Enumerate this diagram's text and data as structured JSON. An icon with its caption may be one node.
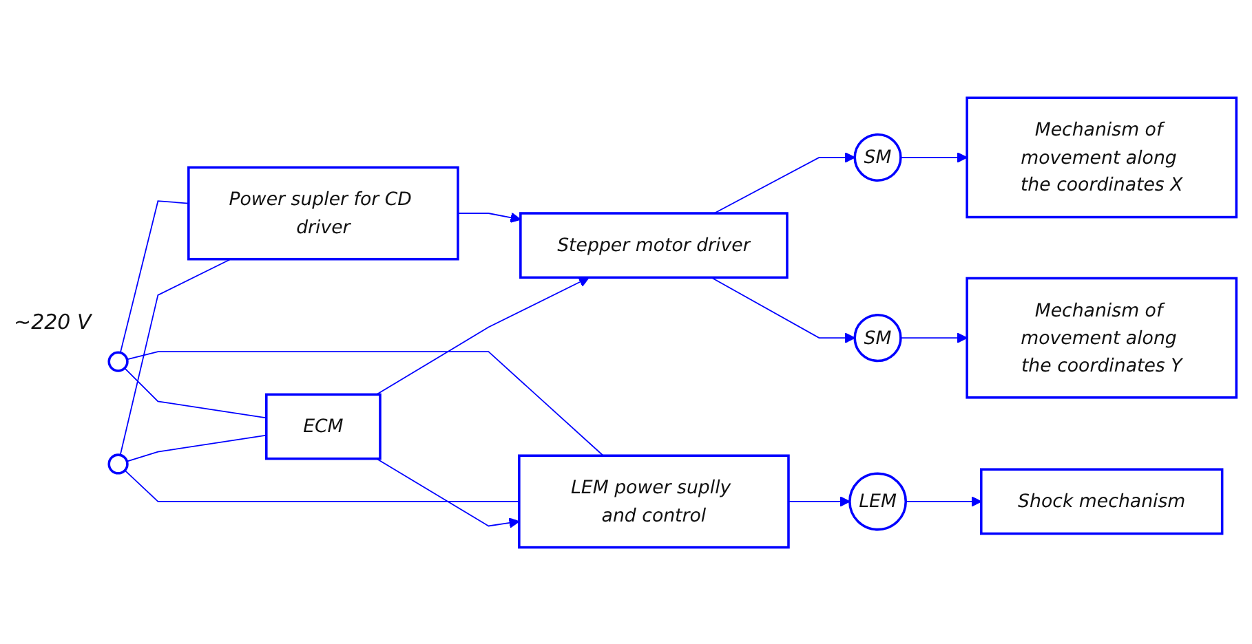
{
  "diagram": {
    "nodes": [
      {
        "text": [
          "Power supler for CD driver"
        ]
      },
      {
        "text": [
          "SM"
        ]
      },
      {
        "text": [
          "Mechanism of movement along the coordinates X"
        ]
      },
      {
        "text": [],
        "shape": "circle"
      },
      {
        "text": [
          "ECM"
        ]
      },
      {
        "text": [
          "Stepper motor driver"
        ]
      },
      {
        "text": [],
        "shape": "circle"
      },
      {
        "text": [
          "SM"
        ]
      },
      {
        "text": [
          "Mechanism of movement along the coordinates Y"
        ]
      },
      {
        "text": [
          "LEM power suplly and control"
        ]
      },
      {
        "text": [
          "LEM"
        ]
      },
      {
        "text": [
          "Shock mechanism"
        ]
      }
    ],
    "edges": [
      {
        "from": 3,
        "to": 0,
        "arrow": "none"
      },
      {
        "from": 3,
        "to": 4,
        "arrow": "none"
      },
      {
        "from": 3,
        "to": 9,
        "arrow": "none"
      },
      {
        "from": 6,
        "to": 0,
        "arrow": "none"
      },
      {
        "from": 6,
        "to": 4,
        "arrow": "none"
      },
      {
        "from": 6,
        "to": 9,
        "arrow": "none"
      },
      {
        "from": 0,
        "to": 5,
        "arrow": "to"
      },
      {
        "from": 4,
        "to": 5,
        "arrow": "to"
      },
      {
        "from": 4,
        "to": 9,
        "arrow": "to"
      },
      {
        "from": 5,
        "to": 1,
        "arrow": "to"
      },
      {
        "from": 5,
        "to": 7,
        "arrow": "to"
      },
      {
        "from": 1,
        "to": 2,
        "arrow": "to"
      },
      {
        "from": 7,
        "to": 8,
        "arrow": "to"
      },
      {
        "from": 9,
        "to": 10,
        "arrow": "to"
      },
      {
        "from": 10,
        "to": 11,
        "arrow": "to"
      }
    ],
    "labels": [
      "~220 V"
    ]
  }
}
